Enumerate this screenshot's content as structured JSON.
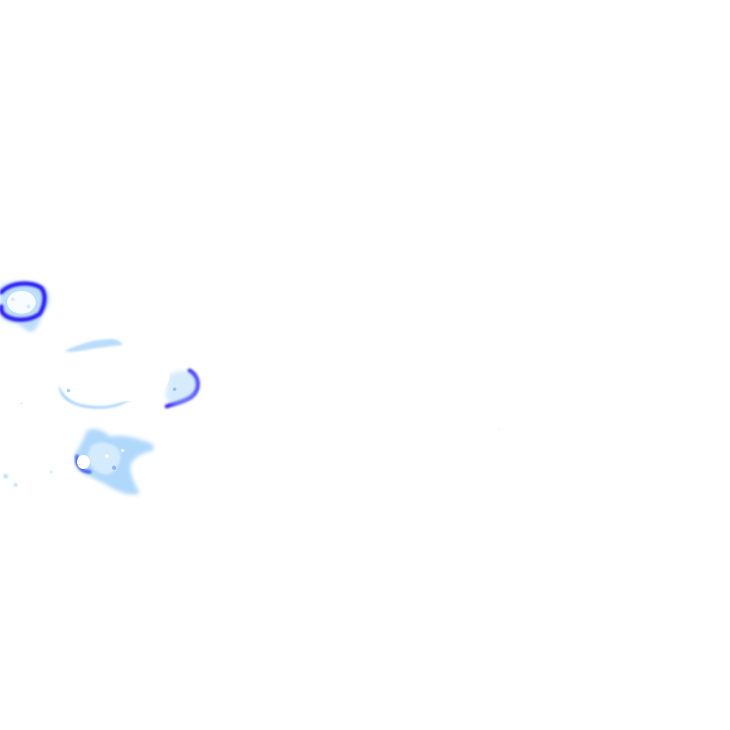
{
  "image": {
    "background_color": "#ffffff",
    "palette": {
      "deep_blue": "#2a1ef0",
      "mid_blue": "#5a7ef5",
      "light_blue": "#a8d4fb",
      "pale_blue": "#d8ecfe"
    },
    "regions": [
      {
        "name": "upper-left-cluster"
      },
      {
        "name": "center-elongated-cluster"
      },
      {
        "name": "lower-cluster"
      },
      {
        "name": "left-edge-specks"
      }
    ]
  }
}
